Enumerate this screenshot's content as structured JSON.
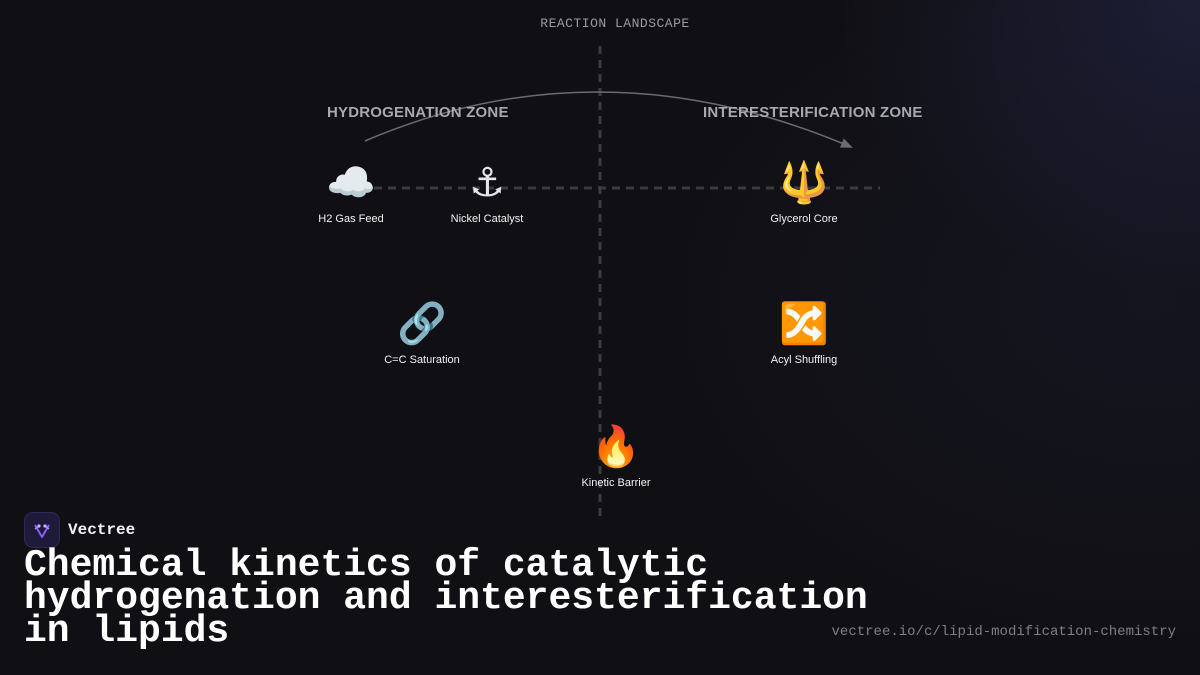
{
  "diagram": {
    "title": "REACTION LANDSCAPE",
    "zones": {
      "left": "HYDROGENATION ZONE",
      "right": "INTERESTERIFICATION ZONE"
    },
    "nodes": [
      {
        "id": "h2-gas-feed",
        "icon": "☁️",
        "icon_name": "cloud-icon",
        "label": "H2 Gas Feed"
      },
      {
        "id": "nickel-catalyst",
        "icon": "⚓",
        "icon_name": "anchor-icon",
        "label": "Nickel Catalyst"
      },
      {
        "id": "glycerol-core",
        "icon": "🔱",
        "icon_name": "trident-icon",
        "label": "Glycerol Core"
      },
      {
        "id": "cc-saturation",
        "icon": "🔗",
        "icon_name": "link-icon",
        "label": "C=C Saturation"
      },
      {
        "id": "acyl-shuffling",
        "icon": "🔀",
        "icon_name": "shuffle-icon",
        "label": "Acyl Shuffling"
      },
      {
        "id": "kinetic-barrier",
        "icon": "🔥",
        "icon_name": "fire-icon",
        "label": "Kinetic Barrier"
      }
    ]
  },
  "brand": {
    "name": "Vectree",
    "logo_color": "#8b5cf6"
  },
  "headline": "Chemical kinetics of catalytic hydrogenation and interesterification in lipids",
  "url": "vectree.io/c/lipid-modification-chemistry",
  "colors": {
    "background": "#101014",
    "axis": "#3a3a40",
    "arrow": "#6a6a70",
    "zone_text": "#a8a8b0"
  }
}
